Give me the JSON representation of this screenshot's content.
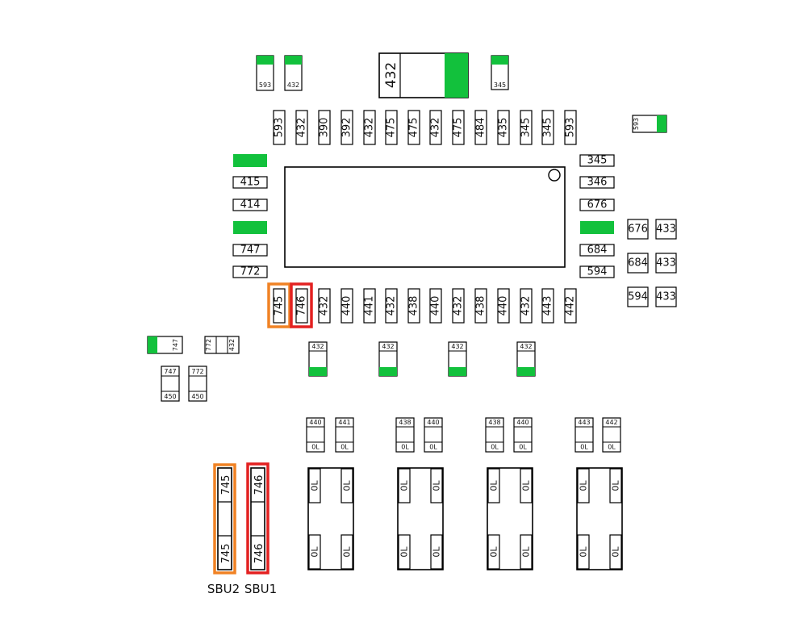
{
  "colors": {
    "pad_green": "#12c13c",
    "highlight_sbu2": "#f08224",
    "highlight_sbu1": "#e32121"
  },
  "top_parts": {
    "left_a": "593",
    "left_b": "432",
    "big": "432",
    "right": "345",
    "far_right": "593"
  },
  "top_pins": [
    "593",
    "432",
    "390",
    "392",
    "432",
    "475",
    "475",
    "432",
    "475",
    "484",
    "435",
    "345",
    "345",
    "593"
  ],
  "left_pins": [
    "",
    "415",
    "414",
    "",
    "747",
    "772"
  ],
  "right_pins": [
    "345",
    "346",
    "676",
    "",
    "684",
    "594"
  ],
  "right_grid": [
    [
      "676",
      "433"
    ],
    [
      "684",
      "433"
    ],
    [
      "594",
      "433"
    ]
  ],
  "bottom_pins": [
    "745",
    "746",
    "432",
    "440",
    "441",
    "432",
    "438",
    "440",
    "432",
    "438",
    "440",
    "432",
    "443",
    "442"
  ],
  "row_432_caps": [
    "432",
    "432",
    "432",
    "432"
  ],
  "left_small": {
    "a_top": "747",
    "a_bottom": "450",
    "b_top": "772",
    "b_bottom": "450",
    "h1": "747",
    "h2a": "772",
    "h2b": "432"
  },
  "small_pairs": [
    {
      "left_top": "440",
      "right_top": "441",
      "bottom": "0L"
    },
    {
      "left_top": "438",
      "right_top": "440",
      "bottom": "0L"
    },
    {
      "left_top": "438",
      "right_top": "440",
      "bottom": "0L"
    },
    {
      "left_top": "443",
      "right_top": "442",
      "bottom": "0L"
    }
  ],
  "big_block_pad_label": "0L",
  "sbu": {
    "sbu2_label": "SBU2",
    "sbu1_label": "SBU1",
    "sbu2_pad": "745",
    "sbu1_pad": "746"
  }
}
